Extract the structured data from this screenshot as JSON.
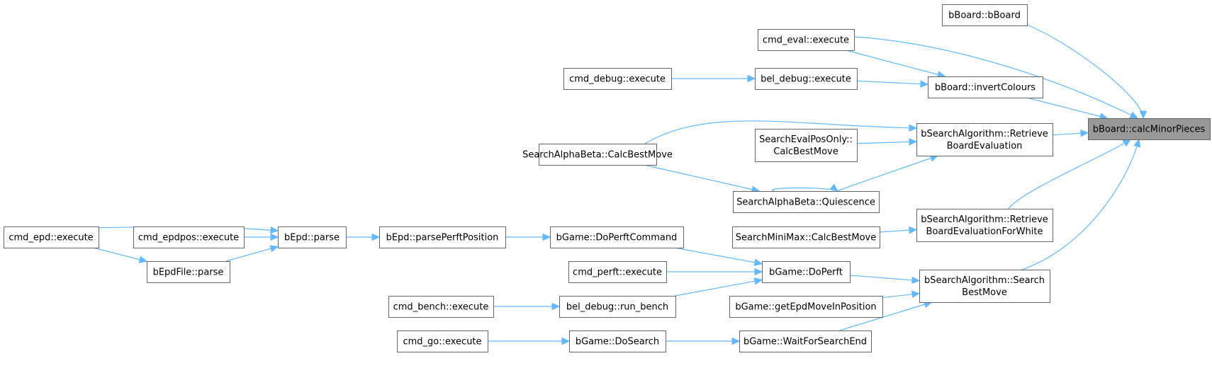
{
  "graph": {
    "nodes": [
      {
        "id": "calcMinorPieces",
        "lines": [
          "bBoard::calcMinorPieces"
        ],
        "root": true
      },
      {
        "id": "bBoard_ctor",
        "lines": [
          "bBoard::bBoard"
        ]
      },
      {
        "id": "cmd_eval_execute",
        "lines": [
          "cmd_eval::execute"
        ]
      },
      {
        "id": "invertColours",
        "lines": [
          "bBoard::invertColours"
        ]
      },
      {
        "id": "cmd_debug_execute",
        "lines": [
          "cmd_debug::execute"
        ]
      },
      {
        "id": "bel_debug_execute",
        "lines": [
          "bel_debug::execute"
        ]
      },
      {
        "id": "RetrieveBoardEvaluation",
        "lines": [
          "bSearchAlgorithm::Retrieve",
          "BoardEvaluation"
        ]
      },
      {
        "id": "SearchEvalPosOnly",
        "lines": [
          "SearchEvalPosOnly::",
          "CalcBestMove"
        ]
      },
      {
        "id": "AlphaBetaCalcBestMove",
        "lines": [
          "SearchAlphaBeta::CalcBestMove"
        ]
      },
      {
        "id": "Quiescence",
        "lines": [
          "SearchAlphaBeta::Quiescence"
        ]
      },
      {
        "id": "RetrieveForWhite",
        "lines": [
          "bSearchAlgorithm::Retrieve",
          "BoardEvaluationForWhite"
        ]
      },
      {
        "id": "MiniMax",
        "lines": [
          "SearchMiniMax::CalcBestMove"
        ]
      },
      {
        "id": "SearchBestMove",
        "lines": [
          "bSearchAlgorithm::Search",
          "BestMove"
        ]
      },
      {
        "id": "DoPerft",
        "lines": [
          "bGame::DoPerft"
        ]
      },
      {
        "id": "getEpdMove",
        "lines": [
          "bGame::getEpdMoveInPosition"
        ]
      },
      {
        "id": "WaitForSearchEnd",
        "lines": [
          "bGame::WaitForSearchEnd"
        ]
      },
      {
        "id": "DoSearch",
        "lines": [
          "bGame::DoSearch"
        ]
      },
      {
        "id": "cmd_go_execute",
        "lines": [
          "cmd_go::execute"
        ]
      },
      {
        "id": "DoPerftCommand",
        "lines": [
          "bGame::DoPerftCommand"
        ]
      },
      {
        "id": "cmd_perft_execute",
        "lines": [
          "cmd_perft::execute"
        ]
      },
      {
        "id": "run_bench",
        "lines": [
          "bel_debug::run_bench"
        ]
      },
      {
        "id": "cmd_bench_execute",
        "lines": [
          "cmd_bench::execute"
        ]
      },
      {
        "id": "parsePerftPosition",
        "lines": [
          "bEpd::parsePerftPosition"
        ]
      },
      {
        "id": "bEpd_parse",
        "lines": [
          "bEpd::parse"
        ]
      },
      {
        "id": "cmd_epdpos_execute",
        "lines": [
          "cmd_epdpos::execute"
        ]
      },
      {
        "id": "cmd_epd_execute",
        "lines": [
          "cmd_epd::execute"
        ]
      },
      {
        "id": "bEpdFile_parse",
        "lines": [
          "bEpdFile::parse"
        ]
      }
    ],
    "edges": [
      {
        "from": "bBoard_ctor",
        "to": "calcMinorPieces"
      },
      {
        "from": "cmd_eval_execute",
        "to": "calcMinorPieces"
      },
      {
        "from": "invertColours",
        "to": "calcMinorPieces"
      },
      {
        "from": "RetrieveBoardEvaluation",
        "to": "calcMinorPieces"
      },
      {
        "from": "RetrieveForWhite",
        "to": "calcMinorPieces"
      },
      {
        "from": "SearchBestMove",
        "to": "calcMinorPieces"
      },
      {
        "from": "cmd_eval_execute",
        "to": "invertColours"
      },
      {
        "from": "bel_debug_execute",
        "to": "invertColours"
      },
      {
        "from": "cmd_debug_execute",
        "to": "bel_debug_execute"
      },
      {
        "from": "AlphaBetaCalcBestMove",
        "to": "RetrieveBoardEvaluation"
      },
      {
        "from": "SearchEvalPosOnly",
        "to": "RetrieveBoardEvaluation"
      },
      {
        "from": "Quiescence",
        "to": "RetrieveBoardEvaluation"
      },
      {
        "from": "AlphaBetaCalcBestMove",
        "to": "Quiescence"
      },
      {
        "from": "Quiescence",
        "to": "Quiescence"
      },
      {
        "from": "MiniMax",
        "to": "RetrieveForWhite"
      },
      {
        "from": "DoPerft",
        "to": "SearchBestMove"
      },
      {
        "from": "getEpdMove",
        "to": "SearchBestMove"
      },
      {
        "from": "WaitForSearchEnd",
        "to": "SearchBestMove"
      },
      {
        "from": "DoPerftCommand",
        "to": "DoPerft"
      },
      {
        "from": "cmd_perft_execute",
        "to": "DoPerft"
      },
      {
        "from": "run_bench",
        "to": "DoPerft"
      },
      {
        "from": "cmd_bench_execute",
        "to": "run_bench"
      },
      {
        "from": "DoSearch",
        "to": "WaitForSearchEnd"
      },
      {
        "from": "cmd_go_execute",
        "to": "DoSearch"
      },
      {
        "from": "parsePerftPosition",
        "to": "DoPerftCommand"
      },
      {
        "from": "bEpd_parse",
        "to": "parsePerftPosition"
      },
      {
        "from": "cmd_epd_execute",
        "to": "bEpd_parse"
      },
      {
        "from": "cmd_epdpos_execute",
        "to": "bEpd_parse"
      },
      {
        "from": "bEpdFile_parse",
        "to": "bEpd_parse"
      },
      {
        "from": "cmd_epd_execute",
        "to": "bEpdFile_parse"
      }
    ]
  },
  "colors": {
    "edge": "#63b8ff",
    "node_border": "#666666",
    "root_fill": "#999999"
  }
}
